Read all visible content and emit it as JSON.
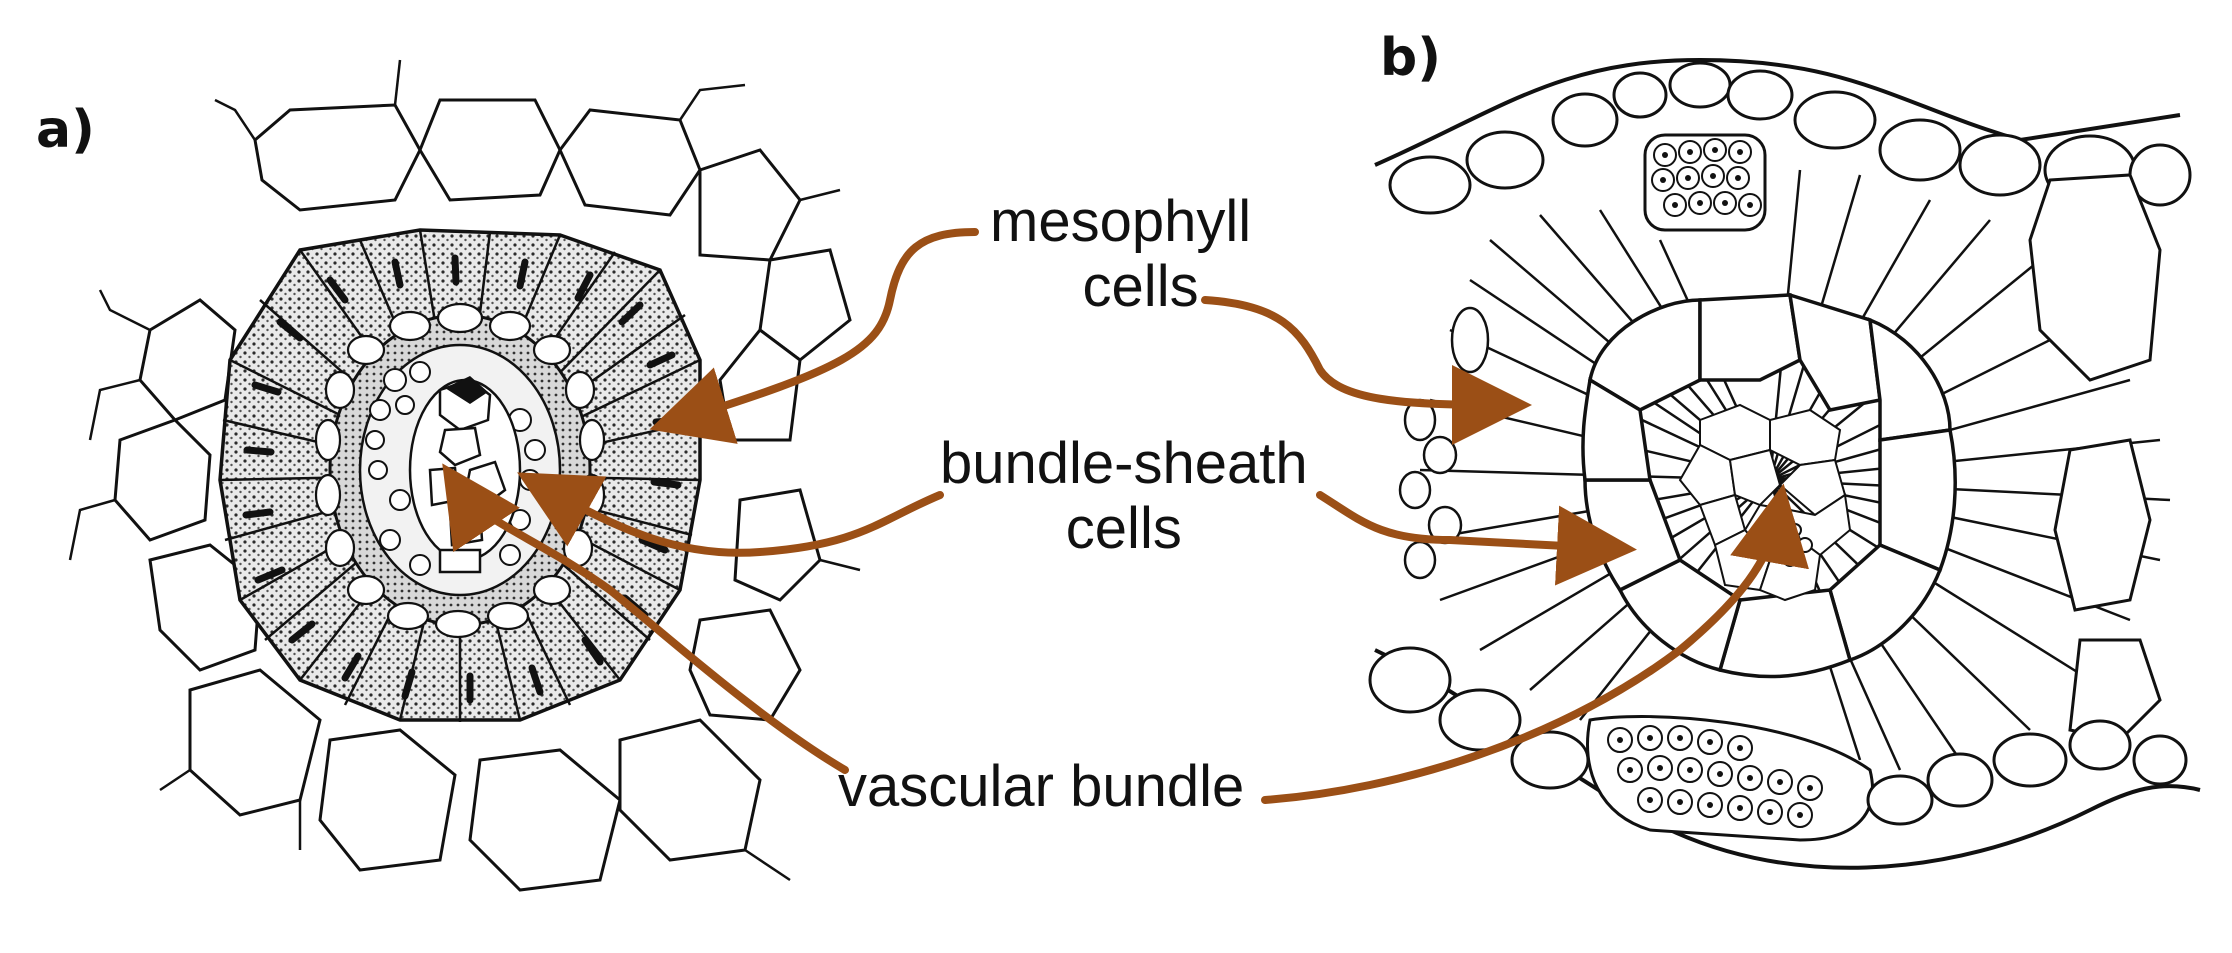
{
  "panels": {
    "a": "a)",
    "b": "b)"
  },
  "labels": {
    "mesophyll_line1": "mesophyll",
    "mesophyll_line2": "cells",
    "sheath_line1": "bundle-sheath",
    "sheath_line2": "cells",
    "vascular": "vascular bundle"
  },
  "colors": {
    "arrow": "#9b4f16",
    "ink": "#111111",
    "stipple": "#3a3a3a"
  }
}
